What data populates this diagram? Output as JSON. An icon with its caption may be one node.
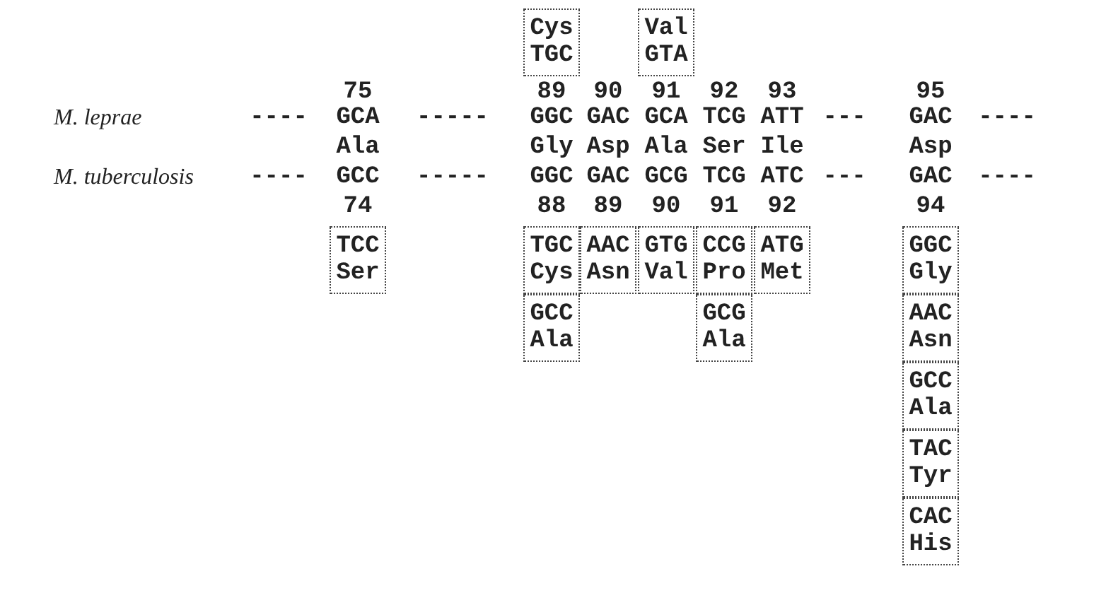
{
  "diagram": {
    "nodes": [
      {
        "text": [
          "Cys",
          "TGC"
        ]
      },
      {
        "text": [
          "Val",
          "GTA"
        ]
      },
      {
        "text": [
          "TCC",
          "Ser"
        ]
      },
      {
        "text": [
          "TGC",
          "Cys"
        ]
      },
      {
        "text": [
          "AAC",
          "Asn"
        ]
      },
      {
        "text": [
          "GTG",
          "Val"
        ]
      },
      {
        "text": [
          "CCG",
          "Pro"
        ]
      },
      {
        "text": [
          "ATG",
          "Met"
        ]
      },
      {
        "text": [
          "GGC",
          "Gly"
        ]
      },
      {
        "text": [
          "GCC",
          "Ala"
        ]
      },
      {
        "text": [
          "GCG",
          "Ala"
        ]
      },
      {
        "text": [
          "AAC",
          "Asn"
        ]
      },
      {
        "text": [
          "GCC",
          "Ala"
        ]
      },
      {
        "text": [
          "TAC",
          "Tyr"
        ]
      },
      {
        "text": [
          "CAC",
          "His"
        ]
      }
    ],
    "labels": [
      "75",
      "89",
      "90",
      "91",
      "92",
      "93",
      "95",
      "M. leprae",
      "----",
      "GCA",
      "-----",
      "GGC",
      "GAC",
      "GCA",
      "TCG",
      "ATT",
      "---",
      "GAC",
      "----",
      "Ala",
      "Gly",
      "Asp",
      "Ala",
      "Ser",
      "Ile",
      "Asp",
      "M. tuberculosis",
      "----",
      "GCC",
      "-----",
      "GGC",
      "GAC",
      "GCG",
      "TCG",
      "ATC",
      "---",
      "GAC",
      "----",
      "74",
      "88",
      "89",
      "90",
      "91",
      "92",
      "94"
    ]
  }
}
